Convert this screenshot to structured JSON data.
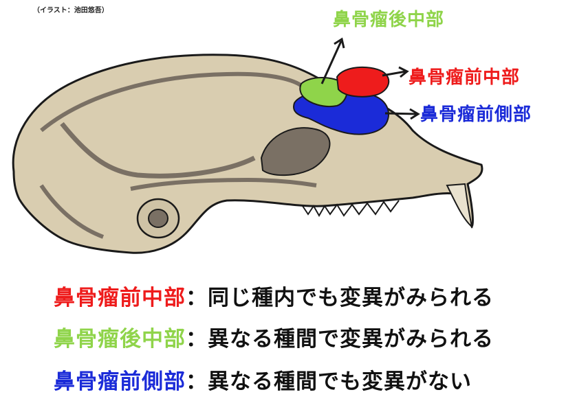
{
  "credit": "（イラスト：池田悠吾）",
  "labels": {
    "posterior_middle": "鼻骨瘤後中部",
    "anterior_middle": "鼻骨瘤前中部",
    "anterior_lateral": "鼻骨瘤前側部"
  },
  "legend": [
    {
      "term": "鼻骨瘤前中部",
      "separator": "：",
      "desc": "同じ種内でも変異がみられる"
    },
    {
      "term": "鼻骨瘤後中部",
      "separator": "：",
      "desc": "異なる種間で変異がみられる"
    },
    {
      "term": "鼻骨瘤前側部",
      "separator": "：",
      "desc": "異なる種間でも変異がない"
    }
  ],
  "colors": {
    "red": "#ee1c1c",
    "green": "#8fd44a",
    "blue": "#1b2bd8",
    "bone": "#d9cdb0",
    "bone_outline": "#1a1a1a",
    "shadow": "#7a7064"
  }
}
